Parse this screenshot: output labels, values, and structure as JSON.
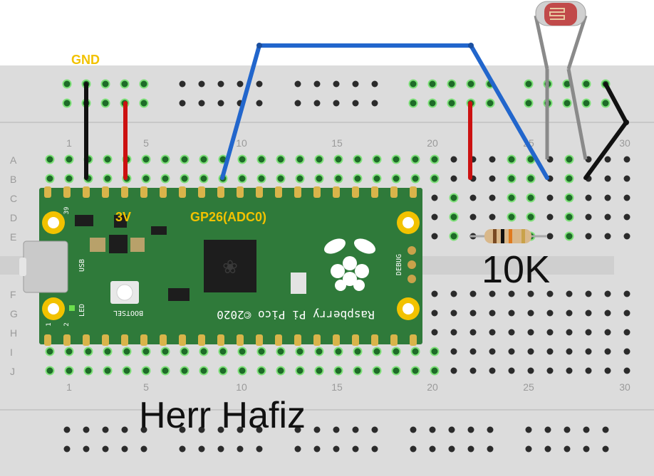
{
  "labels": {
    "gnd": "GND",
    "v3": "3V",
    "gp26": "GP26(ADC0)",
    "resistor_value": "10K",
    "author": "Herr Hafiz"
  },
  "breadboard": {
    "column_numbers": [
      "1",
      "5",
      "10",
      "15",
      "20",
      "25",
      "30"
    ],
    "row_letters_top": [
      "A",
      "B",
      "C",
      "D",
      "E"
    ],
    "row_letters_bottom": [
      "F",
      "G",
      "H",
      "I",
      "J"
    ]
  },
  "pico": {
    "silkscreen_main": "Raspberry Pi Pico ©2020",
    "bootsel": "BOOTSEL",
    "usb": "USB",
    "led": "LED",
    "debug": "DEBUG",
    "pin_39": "39",
    "pin_1": "1",
    "pin_2": "2"
  },
  "colors": {
    "gnd_wire": "#111111",
    "power_wire": "#cc1111",
    "signal_wire": "#2266cc",
    "ldr_leg": "#8a8a8a",
    "board": "#2f7a3a",
    "label_yellow": "#f2c200"
  }
}
